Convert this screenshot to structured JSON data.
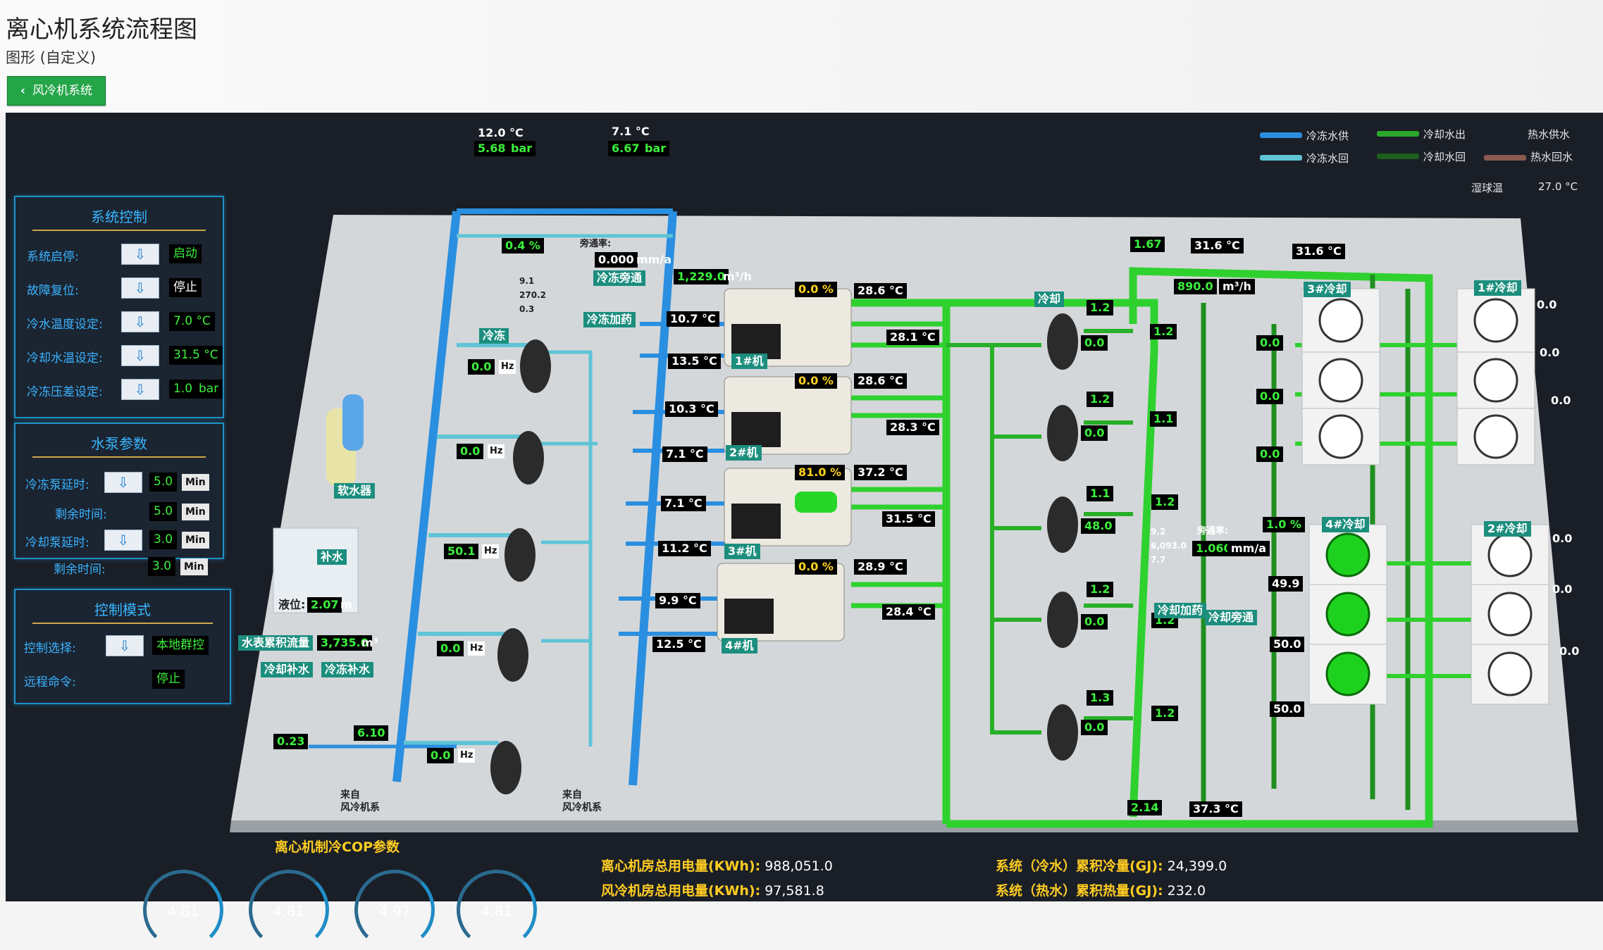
{
  "header": {
    "title": "离心机系统流程图",
    "subtitle": "图形 (自定义)",
    "back_label": "风冷机系统"
  },
  "legend": {
    "chw_supply": "冷冻水供",
    "chw_return": "冷冻水回",
    "cw_out": "冷却水出",
    "cw_return": "冷却水回",
    "hw_supply": "热水供水",
    "hw_return": "热水回水",
    "wetbulb_label": "湿球温",
    "wetbulb_value": "27.0 °C",
    "colors": {
      "chw_supply": "#2a8fe0",
      "chw_return": "#5ec4d6",
      "cw_out": "#2aa82a",
      "cw_return": "#1d5f1d",
      "hw_supply": "#222",
      "hw_return": "#8a5a50"
    }
  },
  "panels": {
    "system_control": {
      "title": "系统控制",
      "rows": [
        {
          "label": "系统启停:",
          "value": "启动"
        },
        {
          "label": "故障复位:",
          "value": "停止"
        },
        {
          "label": "冷水温度设定:",
          "value": "7.0 °C"
        },
        {
          "label": "冷却水温设定:",
          "value": "31.5 °C"
        },
        {
          "label": "冷冻压差设定:",
          "value": "1.0",
          "unit": "bar"
        }
      ]
    },
    "pump_params": {
      "title": "水泵参数",
      "rows": [
        {
          "label": "冷冻泵延时:",
          "value": "5.0",
          "unit": "Min",
          "arrow": true
        },
        {
          "label": "剩余时间:",
          "value": "5.0",
          "unit": "Min",
          "arrow": false
        },
        {
          "label": "冷却泵延时:",
          "value": "3.0",
          "unit": "Min",
          "arrow": true
        },
        {
          "label": "剩余时间:",
          "value": "3.0",
          "unit": "Min",
          "arrow": false
        }
      ]
    },
    "control_mode": {
      "title": "控制模式",
      "rows": [
        {
          "label": "控制选择:",
          "value": "本地群控",
          "arrow": true
        },
        {
          "label": "远程命令:",
          "value": "停止",
          "arrow": false
        }
      ]
    }
  },
  "plant": {
    "chw_header": {
      "return_temp": "12.0 °C",
      "return_press": "5.68",
      "press_unit": "bar",
      "supply_temp": "7.1 °C",
      "supply_press": "6.67"
    },
    "bypass": {
      "pct": "0.4 %",
      "rate_label": "旁通率:",
      "rate": "0.000",
      "rate_unit": "mm/a",
      "label": "冷冻旁通",
      "dosing": "冷冻加药",
      "flow": "1,229.0",
      "flow_unit": "m³/h",
      "readings": [
        "9.1",
        "270.2",
        "0.3"
      ]
    },
    "chw_pump_label": "冷冻",
    "chw_pumps": [
      {
        "hz": "0.0"
      },
      {
        "hz": "0.0"
      },
      {
        "hz": "50.1"
      },
      {
        "hz": "0.0"
      },
      {
        "hz": "0.0"
      }
    ],
    "hz_unit": "Hz",
    "soft_water": "软水器",
    "makeup": {
      "label": "补水",
      "level_label": "液位:",
      "level": "2.07",
      "level_unit": "m",
      "meter_label": "水表累积流量",
      "meter": "3,735.0",
      "meter_unit": "m³"
    },
    "makeup_pumps": {
      "a": "冷却补水",
      "b": "冷冻补水",
      "press_a": "0.23",
      "press_b": "6.10"
    },
    "from_fcu": "来自\n风冷机系",
    "chillers": [
      {
        "name": "1#机",
        "load": "0.0 %",
        "evap_out": "10.7 °C",
        "evap_in": "13.5 °C",
        "cond_in": "28.6 °C",
        "cond_out": "28.1 °C"
      },
      {
        "name": "2#机",
        "load": "0.0 %",
        "evap_out": "10.3 °C",
        "evap_in": "7.1 °C",
        "cond_in": "28.6 °C",
        "cond_out": "28.3 °C"
      },
      {
        "name": "3#机",
        "load": "81.0 %",
        "evap_out": "7.1 °C",
        "evap_in": "11.2 °C",
        "cond_in": "37.2 °C",
        "cond_out": "31.5 °C"
      },
      {
        "name": "4#机",
        "load": "0.0 %",
        "evap_out": "9.9 °C",
        "evap_in": "12.5 °C",
        "cond_in": "28.9 °C",
        "cond_out": "28.4 °C"
      }
    ],
    "cw_header": {
      "press": "1.67",
      "temp": "31.6 °C",
      "temp2": "31.6 °C",
      "flow": "890.0",
      "flow_unit": "m³/h",
      "bottom_press": "2.14",
      "bottom_temp": "37.3 °C"
    },
    "cw_pump_label": "冷却",
    "cw_pumps": [
      {
        "in": "1.2",
        "out": "1.2",
        "hz": "0.0"
      },
      {
        "in": "1.2",
        "out": "1.1",
        "hz": "0.0"
      },
      {
        "in": "1.1",
        "out": "1.2",
        "hz": "48.0"
      },
      {
        "in": "1.2",
        "out": "1.2",
        "hz": "0.0"
      },
      {
        "in": "1.3",
        "out": "1.2",
        "hz": "0.0"
      }
    ],
    "cw_bypass": {
      "pct": "1.0 %",
      "rate_label": "旁通率:",
      "rate": "1.060",
      "rate_unit": "mm/a",
      "dosing": "冷却加药",
      "label": "冷却旁通",
      "readings": [
        "9.2",
        "6,093.0",
        "7.7"
      ]
    },
    "towers": [
      {
        "name": "3#冷却",
        "hz": [
          "0.0",
          "0.0",
          "0.0"
        ]
      },
      {
        "name": "1#冷却",
        "hz": [
          "0.0",
          "0.0",
          "0.0"
        ]
      },
      {
        "name": "4#冷却",
        "hz": [
          "49.9",
          "50.0",
          "50.0"
        ]
      },
      {
        "name": "2#冷却",
        "hz": [
          "0.0",
          "0.0",
          "0.0"
        ]
      }
    ]
  },
  "bottom": {
    "cop_title": "离心机制冷COP参数",
    "gauges": [
      "4.81",
      "4.81",
      "4.97",
      "4.81"
    ],
    "elec_chiller_label": "离心机房总用电量(KWh):",
    "elec_chiller": "988,051.0",
    "elec_fcu_label": "风冷机房总用电量(KWh):",
    "elec_fcu": "97,581.8",
    "cool_label": "系统（冷水）累积冷量(GJ):",
    "cool": "24,399.0",
    "heat_label": "系统（热水）累积热量(GJ):",
    "heat": "232.0"
  }
}
